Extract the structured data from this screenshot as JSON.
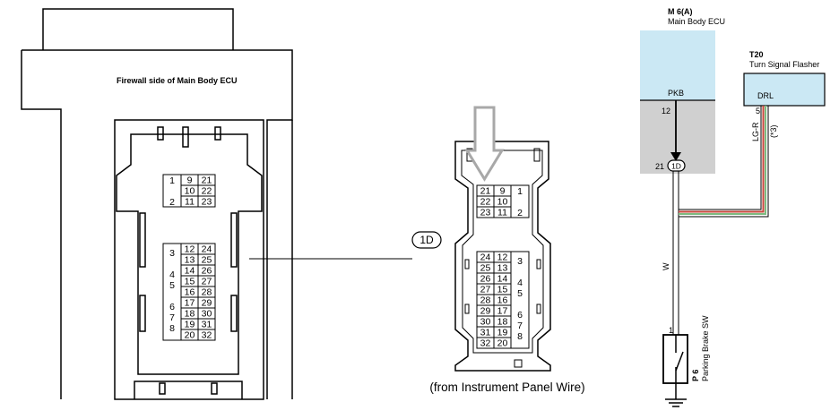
{
  "left_connector": {
    "title": "Firewall side of Main Body ECU",
    "top_group": [
      {
        "left": "1",
        "c1": "9",
        "c2": "21"
      },
      {
        "left": "",
        "c1": "10",
        "c2": "22"
      },
      {
        "left": "2",
        "c1": "11",
        "c2": "23"
      }
    ],
    "bottom_group": [
      {
        "left": "3",
        "c1": "12",
        "c2": "24"
      },
      {
        "left": "",
        "c1": "13",
        "c2": "25"
      },
      {
        "left": "4",
        "c1": "14",
        "c2": "26"
      },
      {
        "left": "5",
        "c1": "15",
        "c2": "27"
      },
      {
        "left": "",
        "c1": "16",
        "c2": "28"
      },
      {
        "left": "6",
        "c1": "17",
        "c2": "29"
      },
      {
        "left": "7",
        "c1": "18",
        "c2": "30"
      },
      {
        "left": "8",
        "c1": "19",
        "c2": "31"
      },
      {
        "left": "",
        "c1": "20",
        "c2": "32"
      }
    ]
  },
  "callout": {
    "label": "1D"
  },
  "right_connector": {
    "caption": "(from Instrument Panel Wire)",
    "top_group": [
      {
        "c1": "21",
        "c2": "9",
        "right": "1"
      },
      {
        "c1": "22",
        "c2": "10",
        "right": ""
      },
      {
        "c1": "23",
        "c2": "11",
        "right": "2"
      }
    ],
    "bottom_group": [
      {
        "c1": "24",
        "c2": "12",
        "right": "3"
      },
      {
        "c1": "25",
        "c2": "13",
        "right": ""
      },
      {
        "c1": "26",
        "c2": "14",
        "right": "4"
      },
      {
        "c1": "27",
        "c2": "15",
        "right": "5"
      },
      {
        "c1": "28",
        "c2": "16",
        "right": ""
      },
      {
        "c1": "29",
        "c2": "17",
        "right": "6"
      },
      {
        "c1": "30",
        "c2": "18",
        "right": "7"
      },
      {
        "c1": "31",
        "c2": "19",
        "right": "8"
      },
      {
        "c1": "32",
        "c2": "20",
        "right": ""
      }
    ]
  },
  "schematic": {
    "ecu": {
      "code": "M 6(A)",
      "name": "Main Body ECU",
      "terminal": "PKB",
      "pin": "12"
    },
    "flasher": {
      "code": "T20",
      "name": "Turn Signal Flasher",
      "terminal": "DRL",
      "pin": "5"
    },
    "junction": {
      "pin": "21",
      "label": "1D"
    },
    "wire_w": "W",
    "wire_lgr": "LG-R",
    "wire_note": "(*3)",
    "switch": {
      "code": "P 6",
      "name": "Parking Brake SW",
      "pin": "1"
    },
    "colors": {
      "box_fill": "#cbe8f4",
      "gray_fill": "#d0d0d0",
      "wire_red": "#c8463c",
      "wire_green": "#7dbb80"
    }
  }
}
